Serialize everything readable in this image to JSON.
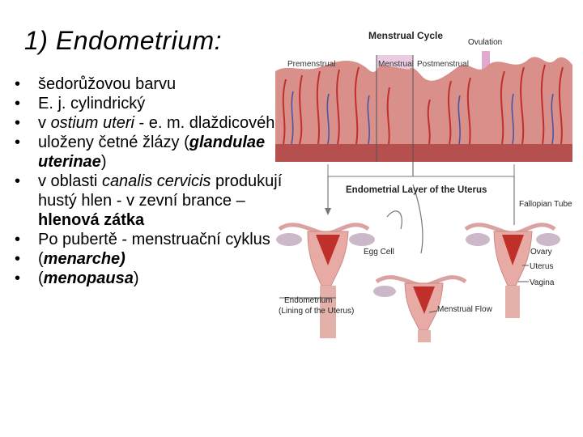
{
  "slide": {
    "title": "1) Endometrium:",
    "bullets": [
      {
        "parts": [
          {
            "t": "šedorůžovou barvu",
            "i": false,
            "b": false
          }
        ]
      },
      {
        "parts": [
          {
            "t": "E. j. cylindrický",
            "i": false,
            "b": false
          }
        ]
      },
      {
        "parts": [
          {
            "t": "v ",
            "i": false,
            "b": false
          },
          {
            "t": "ostium uteri",
            "i": true,
            "b": false
          },
          {
            "t": "  - e. m. dlaždicového",
            "i": false,
            "b": false
          }
        ]
      },
      {
        "parts": [
          {
            "t": "uloženy četné žlázy (",
            "i": false,
            "b": false
          },
          {
            "t": "glandulae uterinae",
            "i": true,
            "b": true
          },
          {
            "t": ")",
            "i": false,
            "b": false
          }
        ]
      },
      {
        "parts": [
          {
            "t": "v oblasti ",
            "i": false,
            "b": false
          },
          {
            "t": "canalis cervicis",
            "i": true,
            "b": false
          },
          {
            "t": " produkují hustý hlen - v zevní brance – ",
            "i": false,
            "b": false
          },
          {
            "t": "hlenová zátka",
            "i": false,
            "b": true
          }
        ]
      },
      {
        "parts": [
          {
            "t": "Po pubertě - menstruační cyklus",
            "i": false,
            "b": false
          }
        ]
      },
      {
        "parts": [
          {
            "t": "(",
            "i": false,
            "b": false
          },
          {
            "t": "menarche)",
            "i": true,
            "b": true
          }
        ]
      },
      {
        "parts": [
          {
            "t": "(",
            "i": false,
            "b": false
          },
          {
            "t": "menopausa",
            "i": true,
            "b": true
          },
          {
            "t": ")",
            "i": false,
            "b": false
          }
        ]
      }
    ]
  },
  "figure": {
    "title": "Menstrual Cycle",
    "ovulation": "Ovulation",
    "phases": [
      "Premenstrual",
      "Menstrual",
      "Postmenstrual"
    ],
    "endometrial_layer": "Endometrial Layer of the Uterus",
    "fallopian_tube": "Fallopian Tube",
    "egg_cell": "Egg Cell",
    "ovary": "Ovary",
    "uterus": "Uterus",
    "vagina": "Vagina",
    "endometrium": "Endometrium",
    "lining": "(Lining of the Uterus)",
    "menstrual_flow": "Menstrual Flow"
  },
  "colors": {
    "tissue": "#d98f8a",
    "tissue_dark": "#b5504f",
    "vessel": "#c0302a",
    "vessel_blue": "#4a55a0",
    "highlight": "#e6c3d8",
    "uterus": "#e8aaa5"
  }
}
